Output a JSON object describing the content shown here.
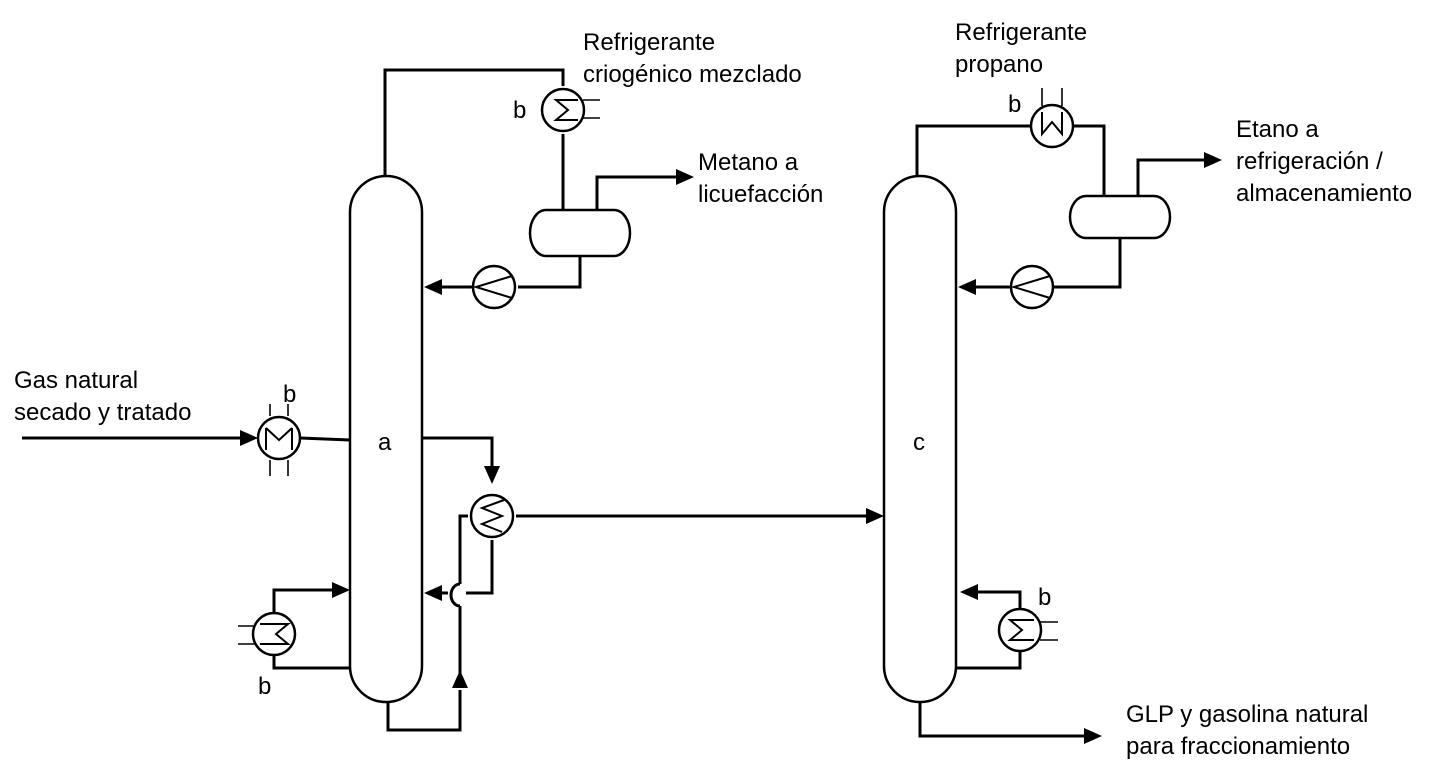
{
  "labels": {
    "feed": [
      "Gas natural",
      "secado y tratado"
    ],
    "mixed_refrigerant": [
      "Refrigerante",
      "criogénico mezclado"
    ],
    "methane_out": [
      "Metano a",
      "licuefacción"
    ],
    "propane_refrigerant": [
      "Refrigerante",
      "propano"
    ],
    "ethane_out": [
      "Etano a",
      "refrigeración /",
      "almacenamiento"
    ],
    "lpg_out": [
      "GLP y gasolina natural",
      "para fraccionamiento"
    ],
    "column_a": "a",
    "column_c": "c",
    "exchanger_tag": "b"
  }
}
